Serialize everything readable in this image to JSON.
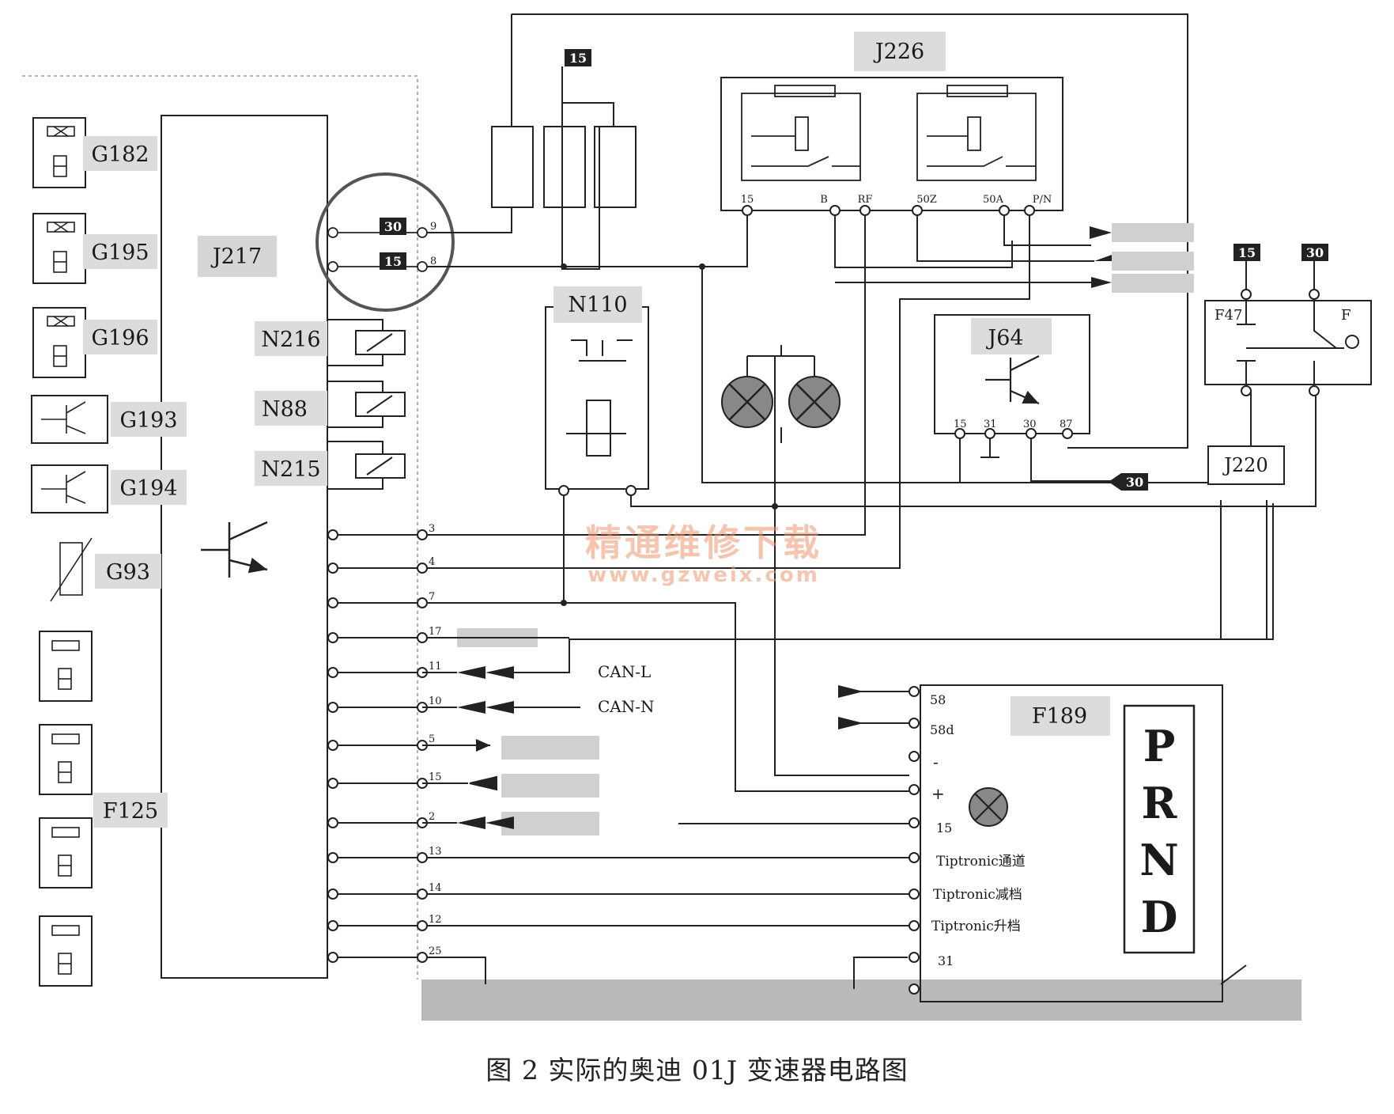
{
  "left_components": [
    "G182",
    "G195",
    "G196",
    "G193",
    "G194",
    "G93",
    "F125"
  ],
  "ecu_labels": {
    "j217": "J217",
    "j226": "J226",
    "n110": "N110",
    "j64": "J64",
    "j220": "J220",
    "f189": "F189",
    "f47": "F47",
    "f": "F"
  },
  "solenoids": [
    "N216",
    "N88",
    "N215"
  ],
  "terminal_badges": {
    "t15_top": "15",
    "t30_j217": "30",
    "t15_j217": "15",
    "t30_j64": "30",
    "t15_right": "15",
    "t30_right": "30"
  },
  "j217_pins": {
    "p9": "9",
    "p8": "8",
    "p3": "3",
    "p4": "4",
    "p7": "7",
    "p17": "17",
    "p11": "11",
    "p10": "10",
    "p5": "5",
    "p15": "15",
    "p2": "2",
    "p13": "13",
    "p14": "14",
    "p12": "12",
    "p25": "25"
  },
  "j226_pins": [
    "15",
    "B",
    "RF",
    "50Z",
    "50A",
    "P/N"
  ],
  "j64_pins": [
    "15",
    "31",
    "30",
    "87"
  ],
  "f189_pins": {
    "p58": "58",
    "p58d": "58d",
    "minus": "-",
    "plus": "+",
    "p15": "15",
    "tip_channel": "Tiptronic通道",
    "tip_down": "Tiptronic减档",
    "tip_up": "Tiptronic升档",
    "p31": "31"
  },
  "can_labels": {
    "can_l": "CAN-L",
    "can_n": "CAN-N"
  },
  "gear_letters": [
    "P",
    "R",
    "N",
    "D"
  ],
  "watermark": {
    "cn": "精通维修下载",
    "url": "www.gzweix.com"
  },
  "caption": "图 2 实际的奥迪 01J 变速器电路图"
}
